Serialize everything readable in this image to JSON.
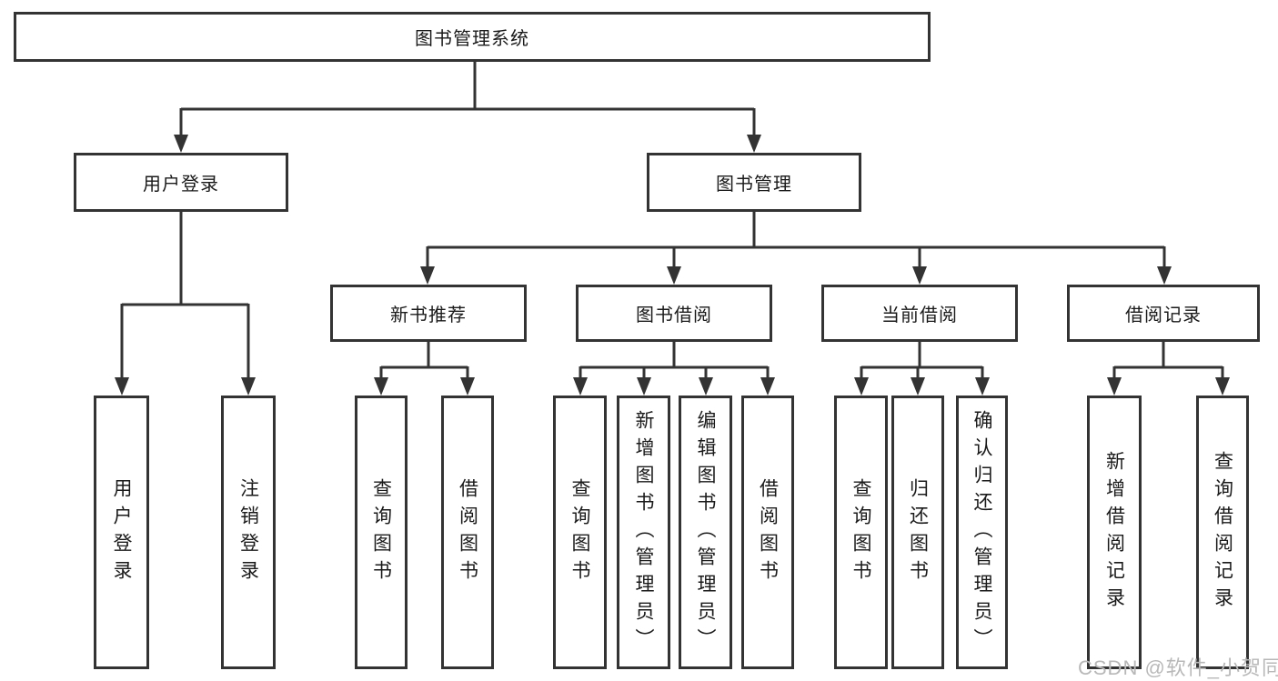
{
  "diagram": {
    "title": "图书管理系统",
    "level1": {
      "user_login": "用户登录",
      "book_management": "图书管理"
    },
    "categories": {
      "new_books": "新书推荐",
      "book_borrow": "图书借阅",
      "current_borrow": "当前借阅",
      "borrow_records": "借阅记录"
    },
    "leaves": {
      "user_login": "用户登录",
      "logout": "注销登录",
      "newbooks_query": "查询图书",
      "newbooks_borrow": "借阅图书",
      "borrow_query": "查询图书",
      "borrow_add": "新增图书（管理员）",
      "borrow_edit": "编辑图书（管理员）",
      "borrow_borrow": "借阅图书",
      "current_query": "查询图书",
      "current_return": "归还图书",
      "current_confirm": "确认归还（管理员）",
      "records_add": "新增借阅记录",
      "records_query": "查询借阅记录"
    },
    "watermark": "CSDN @软件_小贺同学",
    "colors": {
      "line": "#333333",
      "text": "#1a1a1a",
      "watermark": "#b8b8b8"
    }
  }
}
